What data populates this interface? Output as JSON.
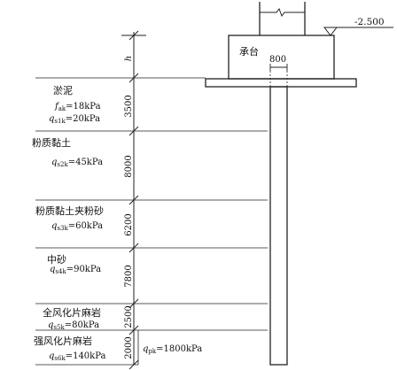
{
  "elevation": "-2.500",
  "cap_label": "承台",
  "pile_diameter": "800",
  "h_label": "h",
  "layers": [
    {
      "name": "淤泥",
      "thickness": "3500",
      "p1": "f",
      "s1": "ak",
      "v1": "=18kPa",
      "p2": "q",
      "s2": "s1k",
      "v2": "=20kPa"
    },
    {
      "name": "粉质黏土",
      "thickness": "8000",
      "p1": "q",
      "s1": "s2k",
      "v1": "=45kPa"
    },
    {
      "name": "粉质黏土夹粉砂",
      "thickness": "6200",
      "p1": "q",
      "s1": "s3k",
      "v1": "=60kPa"
    },
    {
      "name": "中砂",
      "thickness": "7800",
      "p1": "q",
      "s1": "s4k",
      "v1": "=90kPa"
    },
    {
      "name": "全风化片麻岩",
      "thickness": "2500",
      "p1": "q",
      "s1": "s5k",
      "v1": "=80kPa"
    },
    {
      "name": "强风化片麻岩",
      "thickness": "2000",
      "p1": "q",
      "s1": "s6k",
      "v1": "=140kPa"
    }
  ],
  "tip_p": "q",
  "tip_s": "pk",
  "tip_v": "=1800kPa"
}
